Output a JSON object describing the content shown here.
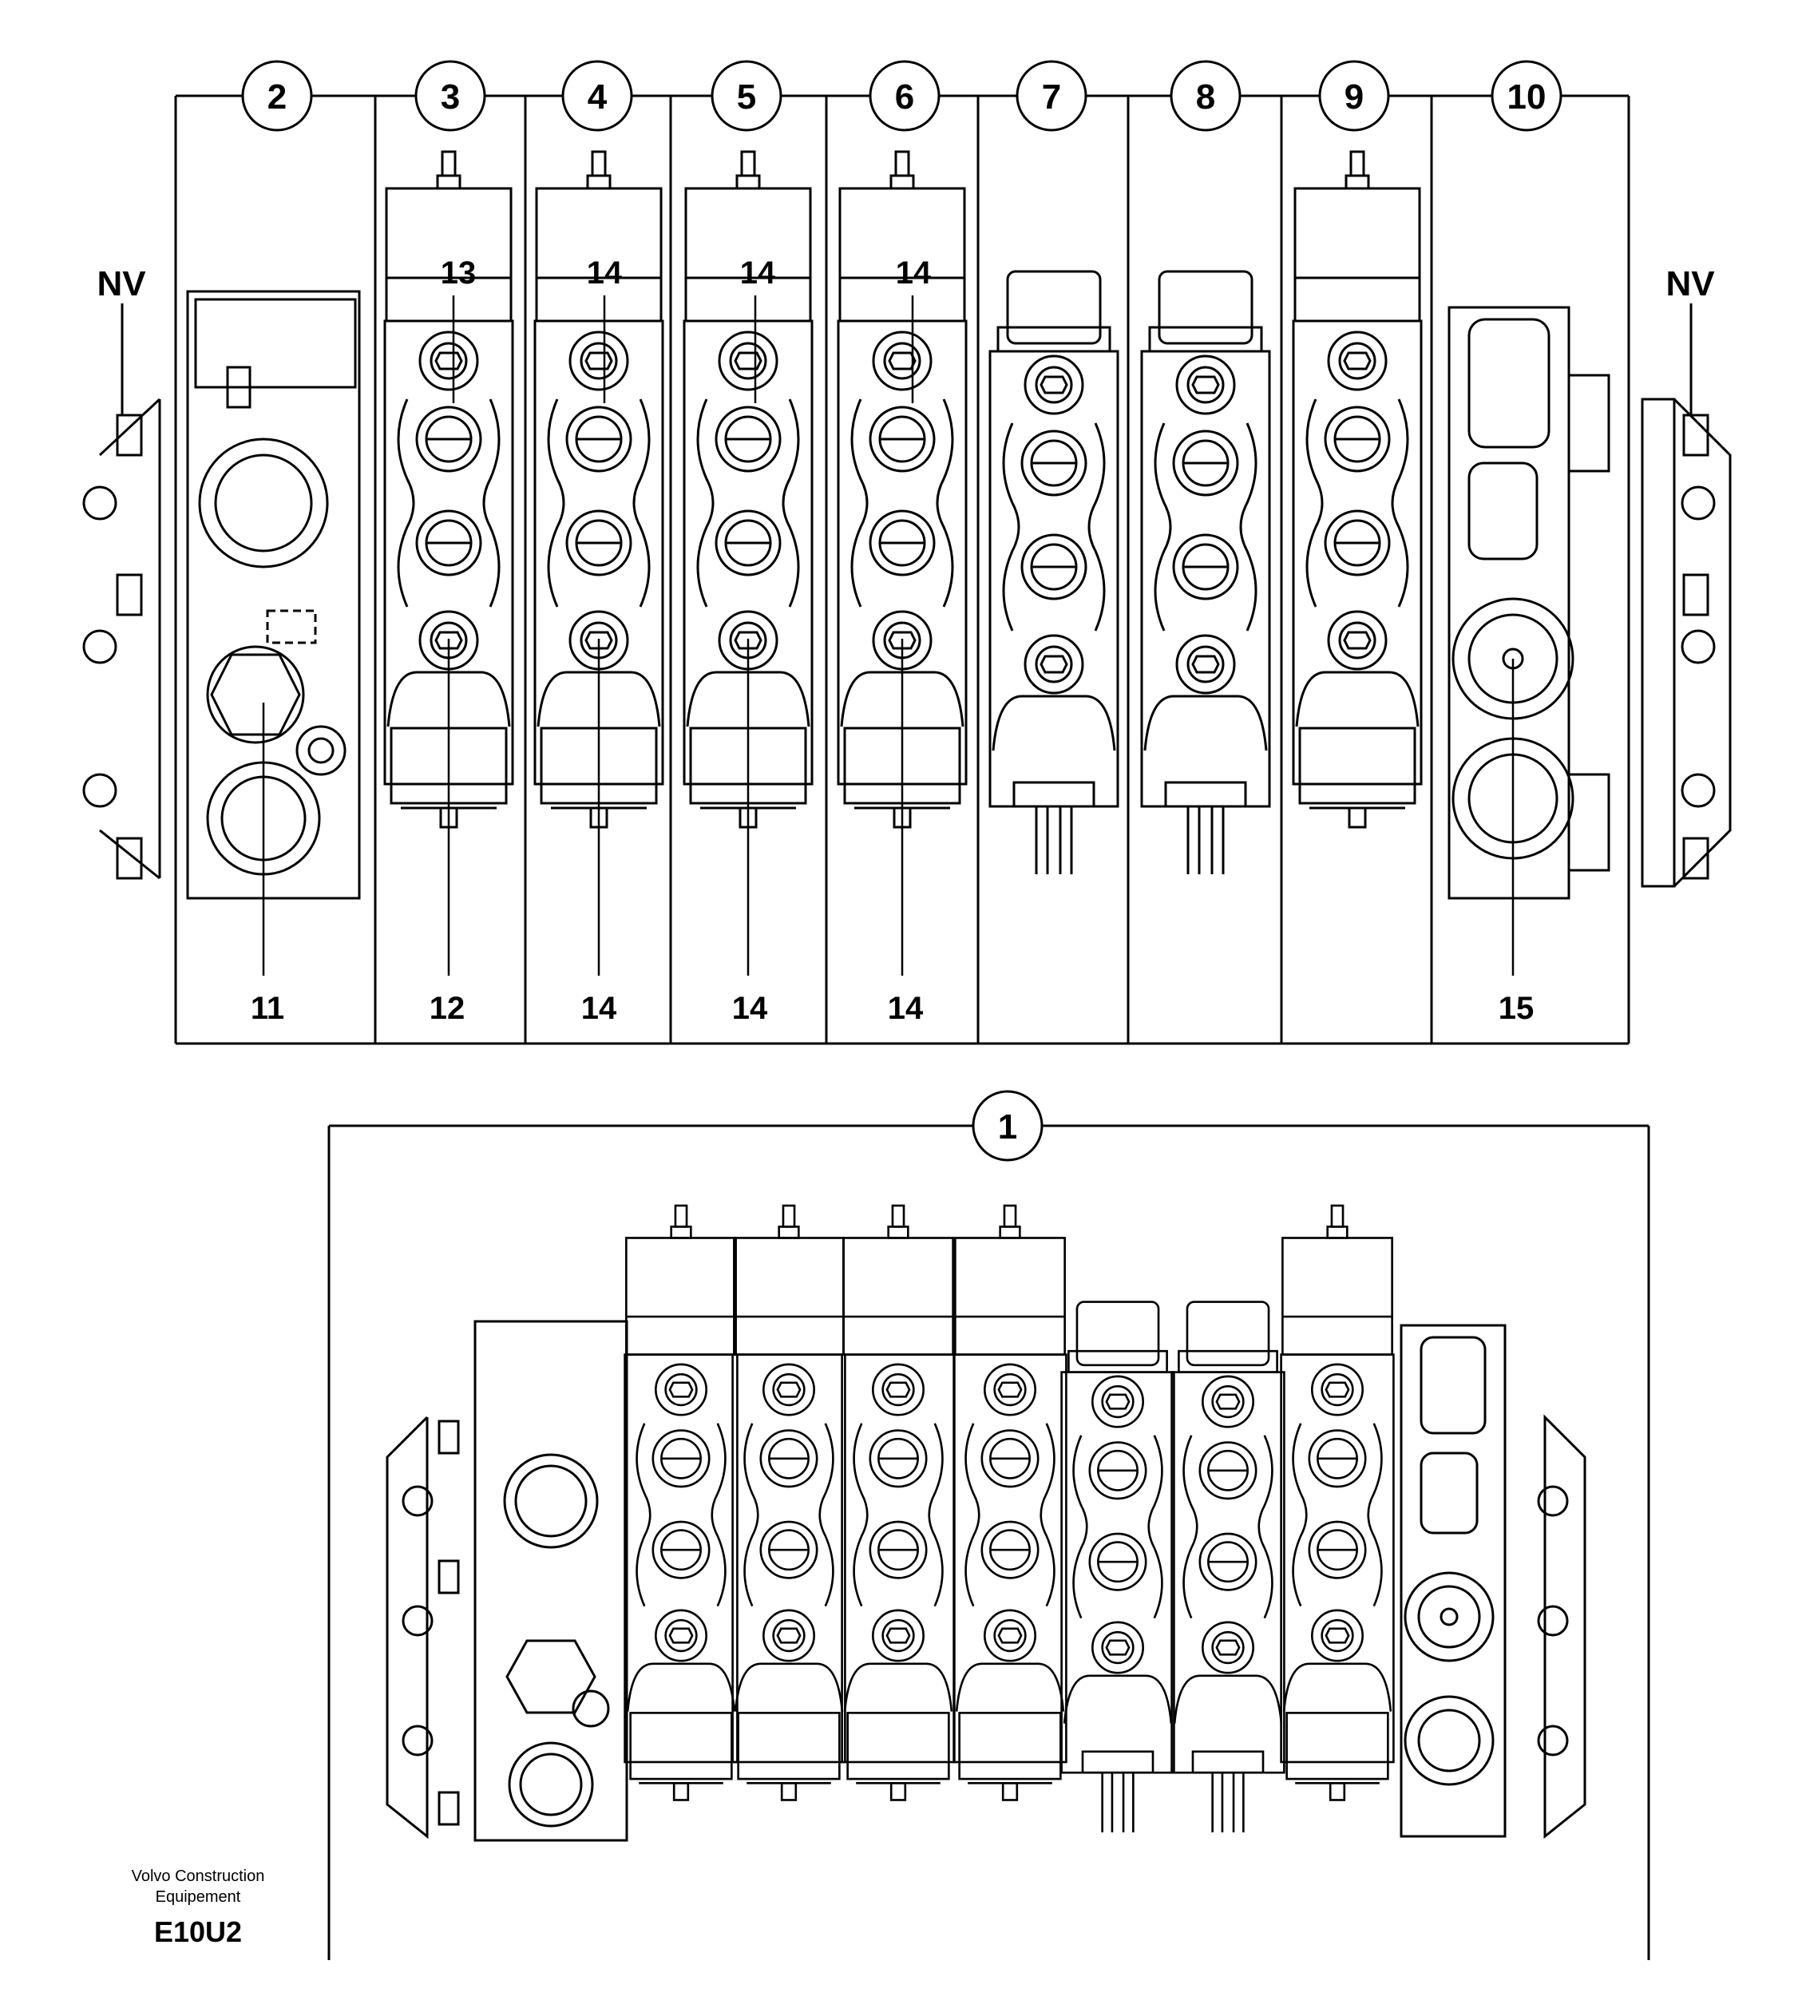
{
  "top_callouts": [
    "2",
    "3",
    "4",
    "5",
    "6",
    "7",
    "8",
    "9",
    "10"
  ],
  "bottom_callout": "1",
  "nv_left": "NV",
  "nv_right": "NV",
  "upper_part_numbers": [
    "13",
    "14",
    "14",
    "14"
  ],
  "lower_part_numbers": [
    "11",
    "12",
    "14",
    "14",
    "14",
    "15"
  ],
  "footer": {
    "line1": "Volvo Construction",
    "line2": "Equipement",
    "code": "E10U2"
  }
}
